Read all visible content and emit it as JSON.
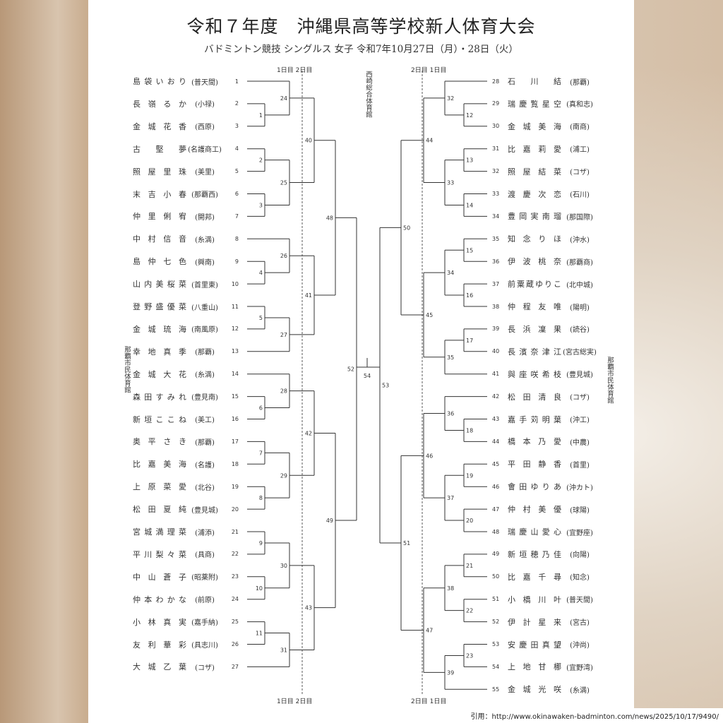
{
  "title": "令和７年度　沖縄県高等学校新人体育大会",
  "subtitle": "バドミントン競技 シングルス 女子 令和7年10月27日（月）・28日（火）",
  "day_labels": {
    "left": "1日目 2日目",
    "right": "2日目 1日目"
  },
  "venues": {
    "top": "西崎総合体育館",
    "left": "那覇市民体育館",
    "right": "那覇市民体育館"
  },
  "credit": "引用：http://www.okinawaken-badminton.com/news/2025/10/17/9490/",
  "players": [
    {
      "n": "1",
      "name": "島袋いおり",
      "school": "普天間"
    },
    {
      "n": "2",
      "name": "長嶺るか",
      "school": "小禄"
    },
    {
      "n": "3",
      "name": "金城花香",
      "school": "西原"
    },
    {
      "n": "4",
      "name": "古堅夢",
      "school": "名護商工"
    },
    {
      "n": "5",
      "name": "照屋里珠",
      "school": "美里"
    },
    {
      "n": "6",
      "name": "末吉小春",
      "school": "那覇西"
    },
    {
      "n": "7",
      "name": "仲里俐宥",
      "school": "開邦"
    },
    {
      "n": "8",
      "name": "中村信音",
      "school": "糸満"
    },
    {
      "n": "9",
      "name": "島仲七色",
      "school": "興南"
    },
    {
      "n": "10",
      "name": "山内美桜菜",
      "school": "首里東"
    },
    {
      "n": "11",
      "name": "登野盛優菜",
      "school": "八重山"
    },
    {
      "n": "12",
      "name": "金城琉海",
      "school": "南風原"
    },
    {
      "n": "13",
      "name": "幸地真季",
      "school": "那覇"
    },
    {
      "n": "14",
      "name": "金城大花",
      "school": "糸満"
    },
    {
      "n": "15",
      "name": "森田すみれ",
      "school": "豊見南"
    },
    {
      "n": "16",
      "name": "新垣ここね",
      "school": "美工"
    },
    {
      "n": "17",
      "name": "奥平さき",
      "school": "那覇"
    },
    {
      "n": "18",
      "name": "比嘉美海",
      "school": "名護"
    },
    {
      "n": "19",
      "name": "上原菜愛",
      "school": "北谷"
    },
    {
      "n": "20",
      "name": "松田夏純",
      "school": "豊見城"
    },
    {
      "n": "21",
      "name": "宮城満理菜",
      "school": "浦添"
    },
    {
      "n": "22",
      "name": "平川梨々菜",
      "school": "具商"
    },
    {
      "n": "23",
      "name": "中山蒼子",
      "school": "昭薬附"
    },
    {
      "n": "24",
      "name": "仲本わかな",
      "school": "前原"
    },
    {
      "n": "25",
      "name": "小林真実",
      "school": "嘉手納"
    },
    {
      "n": "26",
      "name": "友利華彩",
      "school": "具志川"
    },
    {
      "n": "27",
      "name": "大城乙葉",
      "school": "コザ"
    },
    {
      "n": "28",
      "name": "石川結",
      "school": "那覇"
    },
    {
      "n": "29",
      "name": "瑞慶覧星空",
      "school": "真和志"
    },
    {
      "n": "30",
      "name": "金城美海",
      "school": "南商"
    },
    {
      "n": "31",
      "name": "比嘉莉愛",
      "school": "浦工"
    },
    {
      "n": "32",
      "name": "照屋結菜",
      "school": "コザ"
    },
    {
      "n": "33",
      "name": "渡慶次恋",
      "school": "石川"
    },
    {
      "n": "34",
      "name": "豊岡実南瑠",
      "school": "那国際"
    },
    {
      "n": "35",
      "name": "知念りほ",
      "school": "沖水"
    },
    {
      "n": "36",
      "name": "伊波桃奈",
      "school": "那覇商"
    },
    {
      "n": "37",
      "name": "前粟蔵ゆりこ",
      "school": "北中城"
    },
    {
      "n": "38",
      "name": "仲程友唯",
      "school": "陽明"
    },
    {
      "n": "39",
      "name": "長浜凜果",
      "school": "読谷"
    },
    {
      "n": "40",
      "name": "長濱奈津江",
      "school": "宮古総実"
    },
    {
      "n": "41",
      "name": "與座咲希枝",
      "school": "豊見城"
    },
    {
      "n": "42",
      "name": "松田清良",
      "school": "コザ"
    },
    {
      "n": "43",
      "name": "嘉手苅明葉",
      "school": "沖工"
    },
    {
      "n": "44",
      "name": "橋本乃愛",
      "school": "中農"
    },
    {
      "n": "45",
      "name": "平田静香",
      "school": "首里"
    },
    {
      "n": "46",
      "name": "會田ゆりあ",
      "school": "沖カト"
    },
    {
      "n": "47",
      "name": "仲村美優",
      "school": "球陽"
    },
    {
      "n": "48",
      "name": "瑞慶山愛心",
      "school": "宜野座"
    },
    {
      "n": "49",
      "name": "新垣穂乃佳",
      "school": "向陽"
    },
    {
      "n": "50",
      "name": "比嘉千尋",
      "school": "知念"
    },
    {
      "n": "51",
      "name": "小橋川叶",
      "school": "普天間"
    },
    {
      "n": "52",
      "name": "伊計星来",
      "school": "宮古"
    },
    {
      "n": "53",
      "name": "安慶田真望",
      "school": "沖尚"
    },
    {
      "n": "54",
      "name": "上地甘梛",
      "school": "宜野湾"
    },
    {
      "n": "55",
      "name": "金城光咲",
      "school": "糸満"
    }
  ],
  "bracket": {
    "left": {
      "m": "52",
      "c": [
        {
          "m": "48",
          "c": [
            {
              "m": "40",
              "c": [
                {
                  "m": "24",
                  "c": [
                    0,
                    {
                      "m": "1",
                      "c": [
                        1,
                        2
                      ]
                    }
                  ]
                },
                {
                  "m": "25",
                  "c": [
                    {
                      "m": "2",
                      "c": [
                        3,
                        4
                      ]
                    },
                    {
                      "m": "3",
                      "c": [
                        5,
                        6
                      ]
                    }
                  ]
                }
              ]
            },
            {
              "m": "41",
              "c": [
                {
                  "m": "26",
                  "c": [
                    7,
                    {
                      "m": "4",
                      "c": [
                        8,
                        9
                      ]
                    }
                  ]
                },
                {
                  "m": "27",
                  "c": [
                    {
                      "m": "5",
                      "c": [
                        10,
                        11
                      ]
                    },
                    12
                  ]
                }
              ]
            }
          ]
        },
        {
          "m": "49",
          "c": [
            {
              "m": "42",
              "c": [
                {
                  "m": "28",
                  "c": [
                    13,
                    {
                      "m": "6",
                      "c": [
                        14,
                        15
                      ]
                    }
                  ]
                },
                {
                  "m": "29",
                  "c": [
                    {
                      "m": "7",
                      "c": [
                        16,
                        17
                      ]
                    },
                    {
                      "m": "8",
                      "c": [
                        18,
                        19
                      ]
                    }
                  ]
                }
              ]
            },
            {
              "m": "43",
              "c": [
                {
                  "m": "30",
                  "c": [
                    {
                      "m": "9",
                      "c": [
                        20,
                        21
                      ]
                    },
                    {
                      "m": "10",
                      "c": [
                        22,
                        23
                      ]
                    }
                  ]
                },
                {
                  "m": "31",
                  "c": [
                    {
                      "m": "11",
                      "c": [
                        24,
                        25
                      ]
                    },
                    26
                  ]
                }
              ]
            }
          ]
        }
      ]
    },
    "right": {
      "m": "53",
      "c": [
        {
          "m": "50",
          "c": [
            {
              "m": "44",
              "c": [
                {
                  "m": "32",
                  "c": [
                    27,
                    {
                      "m": "12",
                      "c": [
                        28,
                        29
                      ]
                    }
                  ]
                },
                {
                  "m": "33",
                  "c": [
                    {
                      "m": "13",
                      "c": [
                        30,
                        31
                      ]
                    },
                    {
                      "m": "14",
                      "c": [
                        32,
                        33
                      ]
                    }
                  ]
                }
              ]
            },
            {
              "m": "45",
              "c": [
                {
                  "m": "34",
                  "c": [
                    {
                      "m": "15",
                      "c": [
                        34,
                        35
                      ]
                    },
                    {
                      "m": "16",
                      "c": [
                        36,
                        37
                      ]
                    }
                  ]
                },
                {
                  "m": "35",
                  "c": [
                    {
                      "m": "17",
                      "c": [
                        38,
                        39
                      ]
                    },
                    40
                  ]
                }
              ]
            }
          ]
        },
        {
          "m": "51",
          "c": [
            {
              "m": "46",
              "c": [
                {
                  "m": "36",
                  "c": [
                    41,
                    {
                      "m": "18",
                      "c": [
                        42,
                        43
                      ]
                    }
                  ]
                },
                {
                  "m": "37",
                  "c": [
                    {
                      "m": "19",
                      "c": [
                        44,
                        45
                      ]
                    },
                    {
                      "m": "20",
                      "c": [
                        46,
                        47
                      ]
                    }
                  ]
                }
              ]
            },
            {
              "m": "47",
              "c": [
                {
                  "m": "38",
                  "c": [
                    {
                      "m": "21",
                      "c": [
                        48,
                        49
                      ]
                    },
                    {
                      "m": "22",
                      "c": [
                        50,
                        51
                      ]
                    }
                  ]
                },
                {
                  "m": "39",
                  "c": [
                    {
                      "m": "23",
                      "c": [
                        52,
                        53
                      ]
                    },
                    54
                  ]
                }
              ]
            }
          ]
        }
      ]
    },
    "final": "54"
  }
}
